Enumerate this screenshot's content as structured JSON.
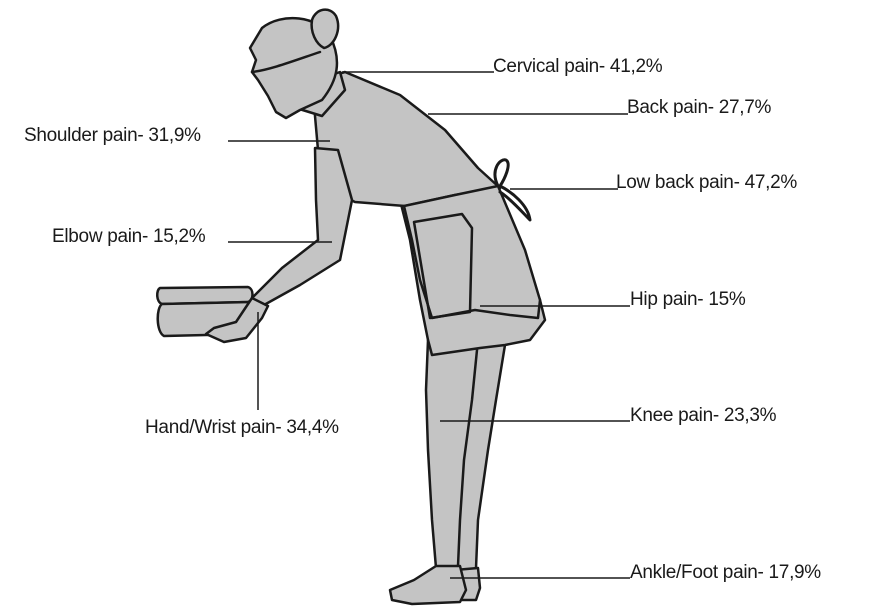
{
  "figure": {
    "fill_color": "#c4c4c4",
    "stroke_color": "#1a1a1a",
    "background": "#ffffff"
  },
  "labels": {
    "cervical": "Cervical pain- 41,2%",
    "back": "Back pain- 27,7%",
    "shoulder": "Shoulder pain- 31,9%",
    "low_back": "Low back pain- 47,2%",
    "elbow": "Elbow pain- 15,2%",
    "hip": "Hip pain- 15%",
    "hand_wrist": "Hand/Wrist pain- 34,4%",
    "knee": "Knee pain- 23,3%",
    "ankle_foot": "Ankle/Foot pain- 17,9%"
  }
}
